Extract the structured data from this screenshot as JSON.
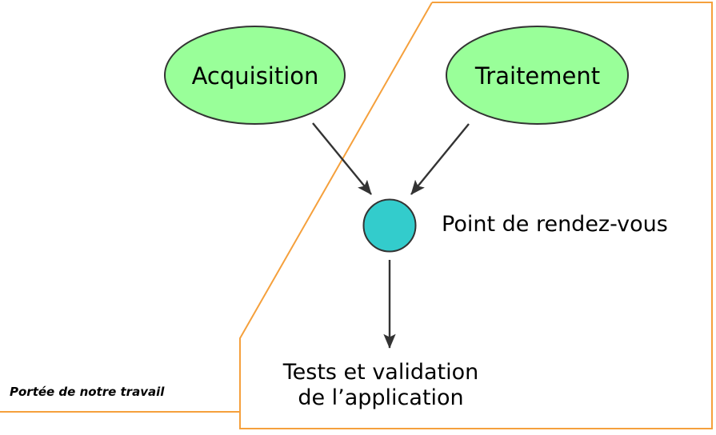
{
  "diagram": {
    "title": "Portée de notre travail",
    "nodes": [
      {
        "id": "acquisition",
        "label": "Acquisition",
        "shape": "ellipse",
        "fill": "#99FF99",
        "stroke": "#333333"
      },
      {
        "id": "traitement",
        "label": "Traitement",
        "shape": "ellipse",
        "fill": "#99FF99",
        "stroke": "#333333"
      },
      {
        "id": "rendezvous",
        "label": "Point de rendez-vous",
        "shape": "circle",
        "fill": "#33CCCC",
        "stroke": "#333333"
      },
      {
        "id": "tests",
        "label": "Tests et validation\nde l’application",
        "shape": "text",
        "fill": "none",
        "stroke": "none"
      }
    ],
    "edges": [
      {
        "from": "acquisition",
        "to": "rendezvous",
        "style": "arrow",
        "color": "#333333"
      },
      {
        "from": "traitement",
        "to": "rendezvous",
        "style": "arrow",
        "color": "#333333"
      },
      {
        "from": "rendezvous",
        "to": "tests",
        "style": "arrow",
        "color": "#333333"
      }
    ],
    "scope_boundary": {
      "label": "Portée de notre travail",
      "color": "#F5A03C",
      "style": "solid"
    },
    "colors": {
      "node_green": "#99FF99",
      "node_teal": "#33CCCC",
      "outline_dark": "#333333",
      "boundary_orange": "#F5A03C",
      "text": "#000000",
      "background": "#FFFFFF"
    }
  }
}
